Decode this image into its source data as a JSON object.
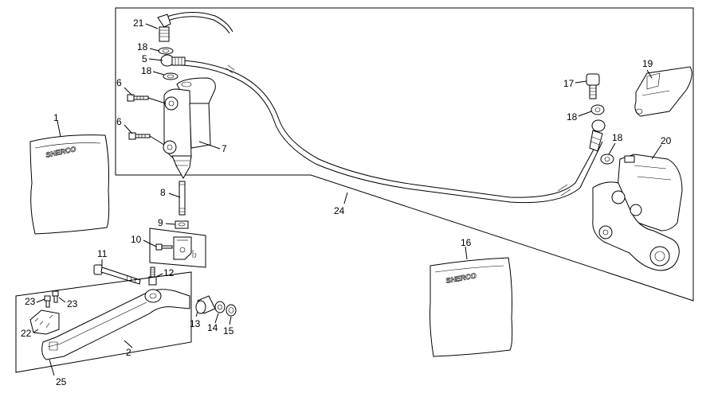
{
  "diagram": {
    "callouts": {
      "c1": "1",
      "c2": "2",
      "c5": "5",
      "c6a": "6",
      "c6b": "6",
      "c7": "7",
      "c8": "8",
      "c9": "9",
      "c10": "10",
      "c11": "11",
      "c12": "12",
      "c13": "13",
      "c14": "14",
      "c15": "15",
      "c16": "16",
      "c17": "17",
      "c18a": "18",
      "c18b": "18",
      "c18c": "18",
      "c18d": "18",
      "c19": "19",
      "c20": "20",
      "c21": "21",
      "c22": "22",
      "c23a": "23",
      "c23b": "23",
      "c24": "24",
      "c25": "25"
    },
    "brand_text": {
      "bag1": "SHERCO",
      "bag16": "SHERCO"
    }
  }
}
